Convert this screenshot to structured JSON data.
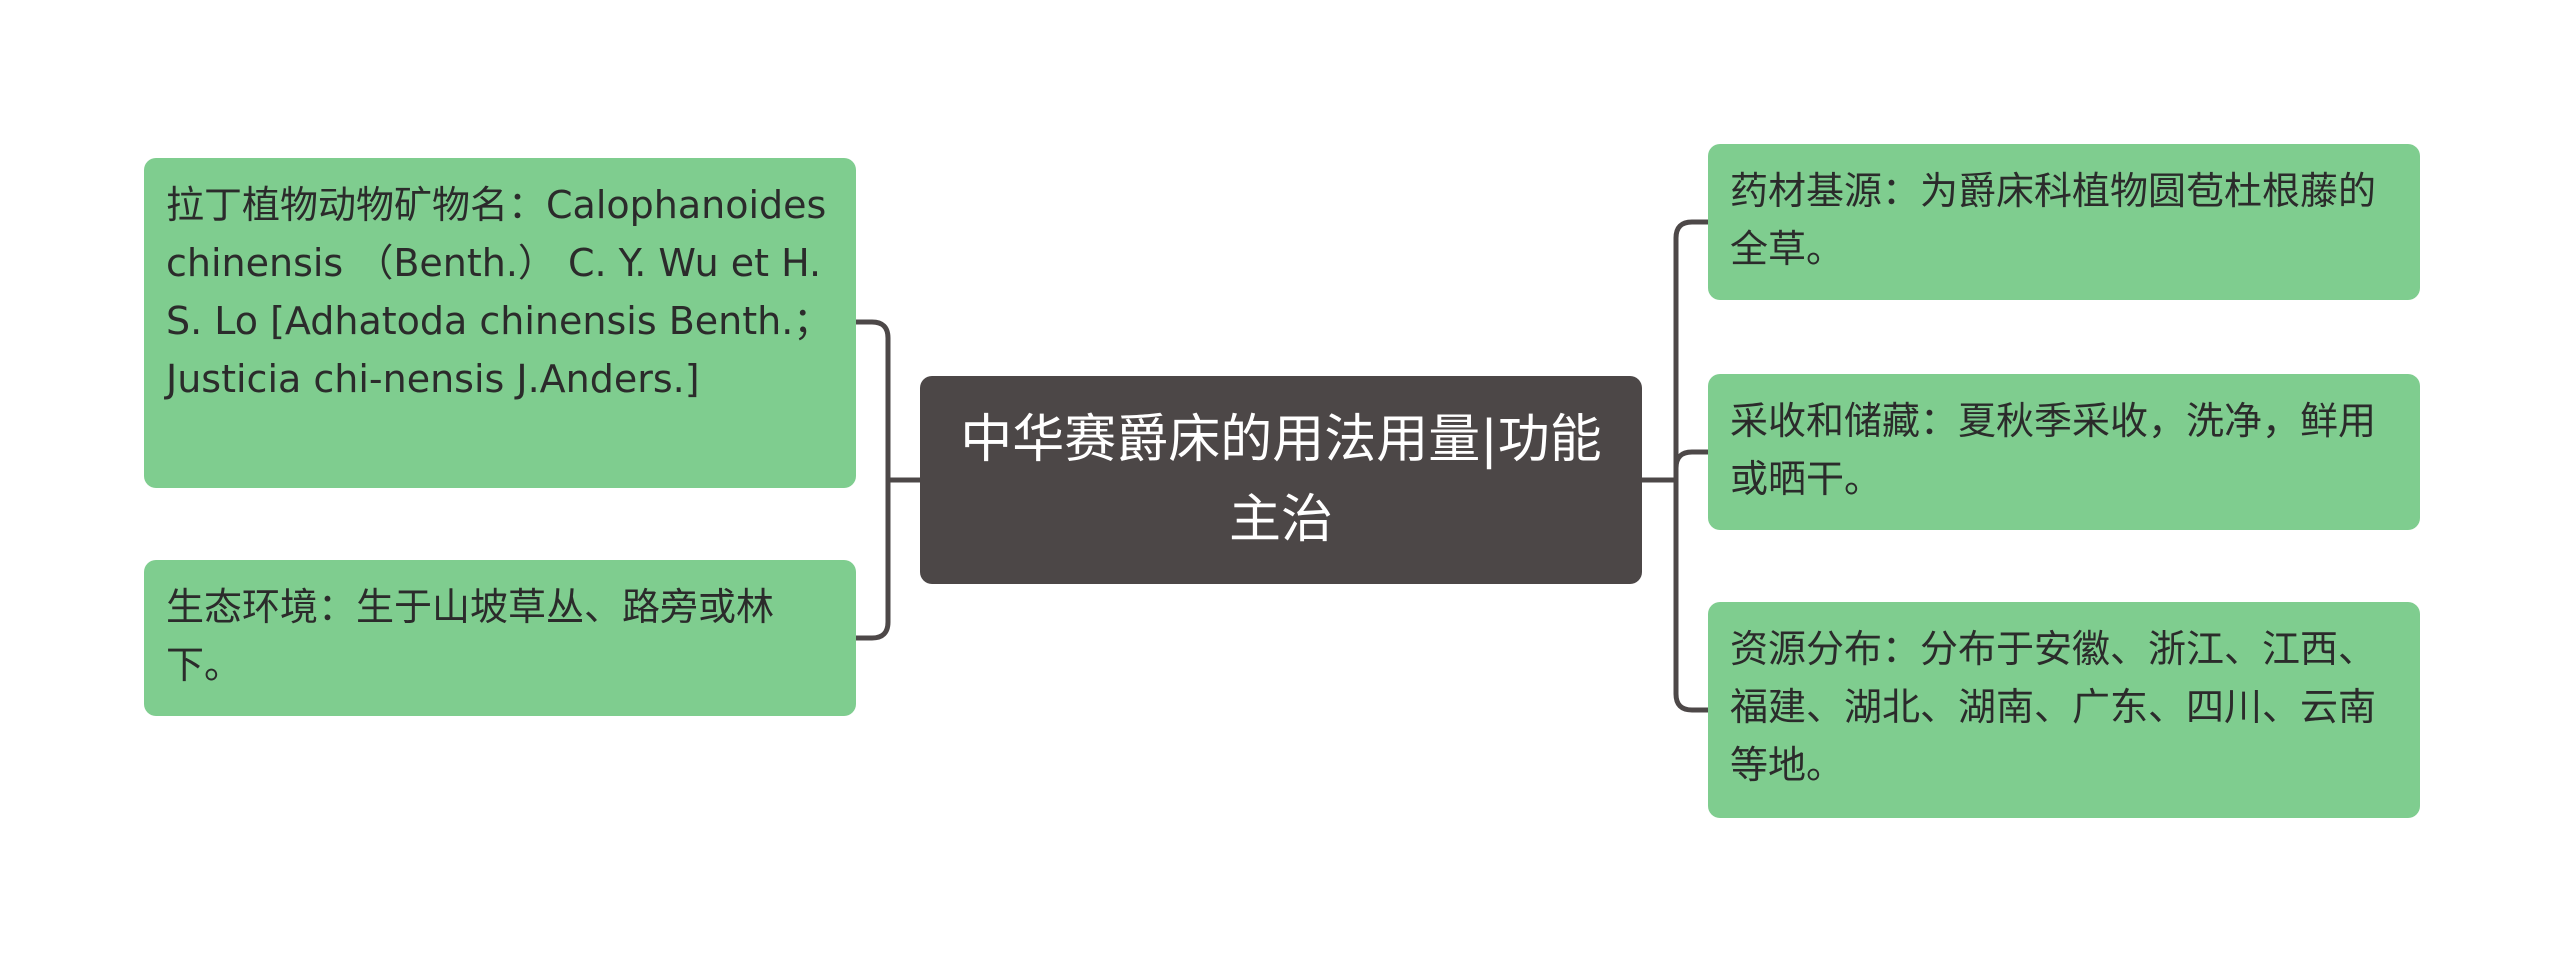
{
  "center": {
    "title": "中华赛爵床的用法用量|功能主治"
  },
  "left": [
    {
      "text": "拉丁植物动物矿物名：Calophanoides chinensis （Benth.） C. Y. Wu et H. S. Lo [Adhatoda chinensis Benth.； Justicia chi-nensis J.Anders.]"
    },
    {
      "text": "生态环境：生于山坡草丛、路旁或林下。"
    }
  ],
  "right": [
    {
      "text": "药材基源：为爵床科植物圆苞杜根藤的全草。"
    },
    {
      "text": "采收和储藏：夏秋季采收，洗净，鲜用或晒干。"
    },
    {
      "text": "资源分布：分布于安徽、浙江、江西、福建、湖北、湖南、广东、四川、云南等地。"
    }
  ],
  "colors": {
    "center_fill": "#4c4747",
    "leaf_fill": "#7fcd8f",
    "connector": "#4d4848"
  }
}
